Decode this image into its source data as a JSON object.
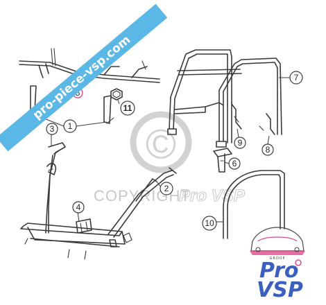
{
  "banner": {
    "text": "pro-piece-vsp.com",
    "color": "#5bb8e6"
  },
  "watermark": {
    "copyright_symbol": "©",
    "text": "COPYRIGHT",
    "brand": "Pro VSP"
  },
  "logo": {
    "line1": "Pro",
    "line2": "VSP",
    "tagline": "GROUP",
    "color_blue": "#3a5fbf",
    "color_pink": "#e04a8c"
  },
  "callouts": [
    {
      "id": "1",
      "label": "1"
    },
    {
      "id": "2",
      "label": "2"
    },
    {
      "id": "3",
      "label": "3"
    },
    {
      "id": "4",
      "label": "4"
    },
    {
      "id": "5",
      "label": "5"
    },
    {
      "id": "6",
      "label": "6"
    },
    {
      "id": "7",
      "label": "7"
    },
    {
      "id": "8",
      "label": "8"
    },
    {
      "id": "9",
      "label": "9"
    },
    {
      "id": "10",
      "label": "10"
    },
    {
      "id": "11",
      "label": "11"
    }
  ]
}
